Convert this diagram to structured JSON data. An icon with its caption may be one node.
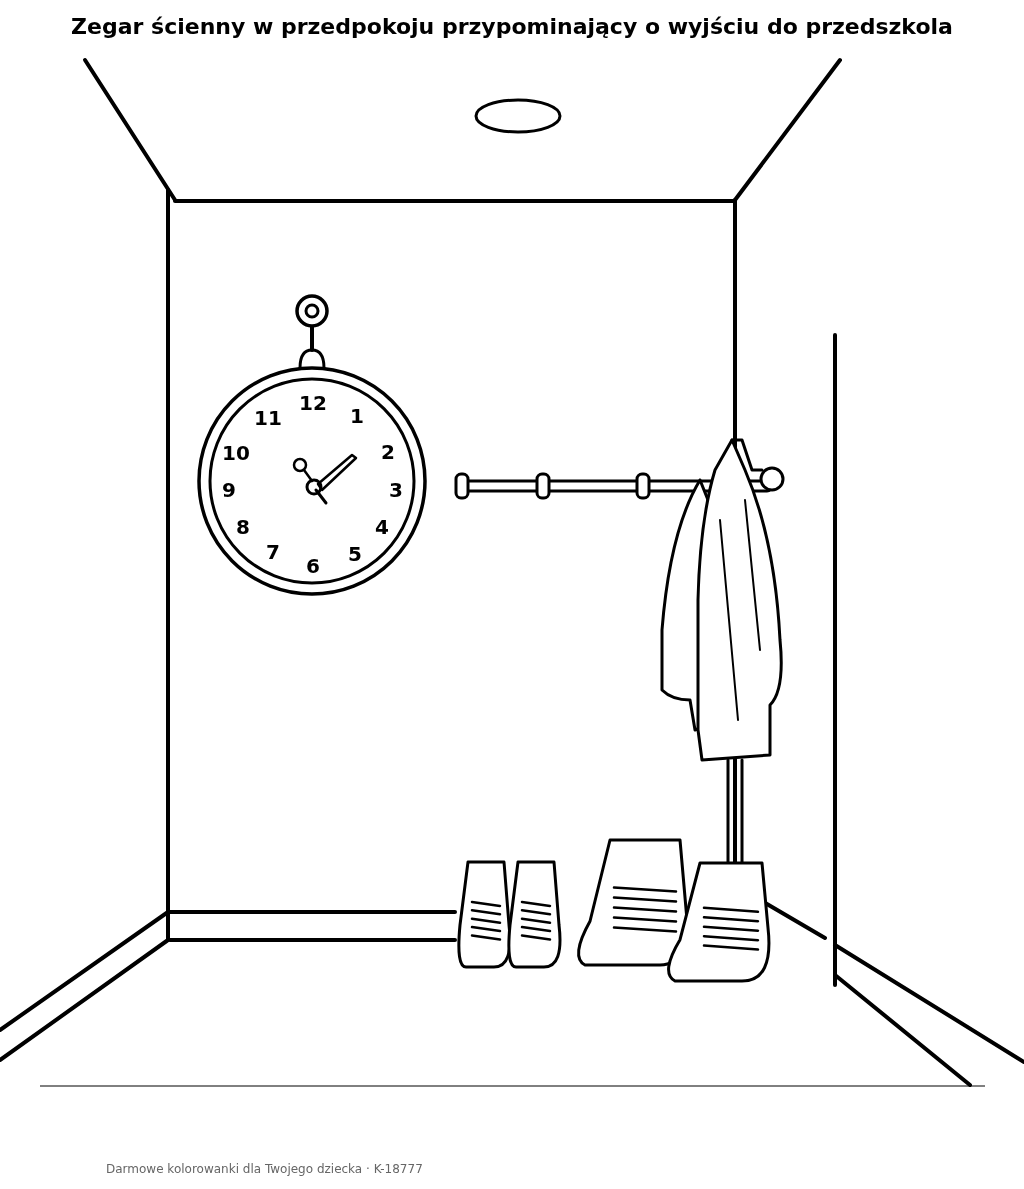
{
  "diagram": {
    "title": "Zegar ścienny w przedpokoju przypominający o wyjściu do przedszkola",
    "labels": [
      "12",
      "1",
      "2",
      "3",
      "4",
      "5",
      "6",
      "7",
      "8",
      "9",
      "10",
      "11",
      "Darmowe kolorowanki dla Twojego dziecka · K-18777"
    ]
  }
}
